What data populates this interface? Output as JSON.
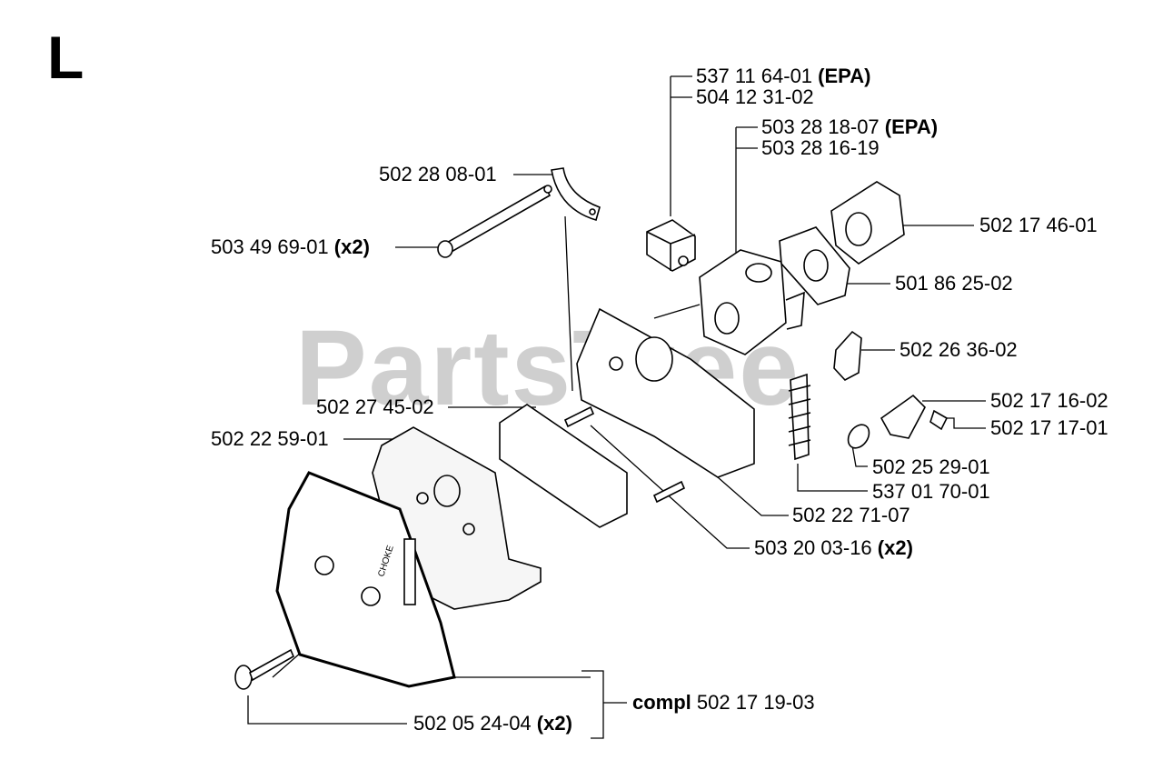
{
  "section_letter": "L",
  "watermark": "PartsTree",
  "labels": {
    "p_537_11_64_01": {
      "number": "537 11 64-01",
      "suffix": "(EPA)"
    },
    "p_504_12_31_02": {
      "number": "504 12 31-02",
      "suffix": ""
    },
    "p_503_28_18_07": {
      "number": "503 28 18-07",
      "suffix": "(EPA)"
    },
    "p_503_28_16_19": {
      "number": "503 28 16-19",
      "suffix": ""
    },
    "p_502_28_08_01": {
      "number": "502 28 08-01",
      "suffix": ""
    },
    "p_503_49_69_01": {
      "number": "503 49 69-01",
      "suffix": "(x2)"
    },
    "p_502_17_46_01": {
      "number": "502 17 46-01",
      "suffix": ""
    },
    "p_501_86_25_02": {
      "number": "501 86 25-02",
      "suffix": ""
    },
    "p_502_26_36_02": {
      "number": "502 26 36-02",
      "suffix": ""
    },
    "p_502_27_45_02": {
      "number": "502 27 45-02",
      "suffix": ""
    },
    "p_502_17_16_02": {
      "number": "502 17 16-02",
      "suffix": ""
    },
    "p_502_17_17_01": {
      "number": "502 17 17-01",
      "suffix": ""
    },
    "p_502_22_59_01": {
      "number": "502 22 59-01",
      "suffix": ""
    },
    "p_502_25_29_01": {
      "number": "502 25 29-01",
      "suffix": ""
    },
    "p_537_01_70_01": {
      "number": "537 01 70-01",
      "suffix": ""
    },
    "p_502_22_71_07": {
      "number": "502 22 71-07",
      "suffix": ""
    },
    "p_503_20_03_16": {
      "number": "503 20 03-16",
      "suffix": "(x2)"
    },
    "p_502_05_24_04": {
      "number": "502 05 24-04",
      "suffix": "(x2)"
    },
    "compl": {
      "prefix": "compl",
      "number": "502 17 19-03"
    }
  },
  "cover_text": "CHOKE"
}
